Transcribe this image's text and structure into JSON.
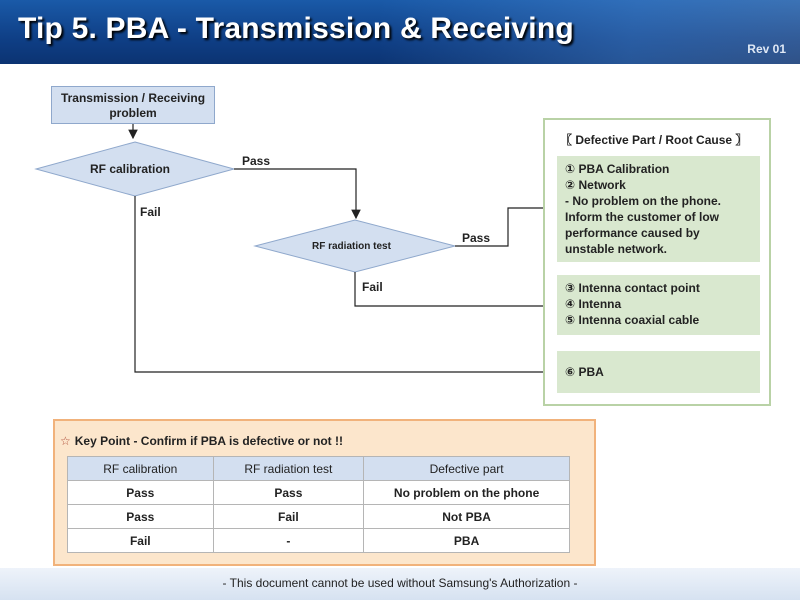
{
  "header": {
    "title": "Tip 5. PBA - Transmission & Receiving",
    "revision": "Rev 01"
  },
  "flow": {
    "start_box": "Transmission / Receiving problem",
    "decision1": "RF calibration",
    "decision2": "RF radiation test",
    "pass_label_1": "Pass",
    "fail_label_1": "Fail",
    "pass_label_2": "Pass",
    "fail_label_2": "Fail"
  },
  "root_cause": {
    "title": "〖 Defective Part / Root Cause 〗",
    "box1": [
      "① PBA Calibration",
      "② Network",
      "- No problem on the phone.",
      "Inform the customer of low",
      "performance caused by",
      "unstable network."
    ],
    "box2": [
      "③ Intenna contact point",
      "④ Intenna",
      "⑤ Intenna coaxial cable"
    ],
    "box3": [
      "⑥ PBA"
    ]
  },
  "key_point": {
    "star": "☆",
    "title": "Key Point - Confirm if PBA is defective or not !!",
    "columns": [
      "RF calibration",
      "RF radiation test",
      "Defective part"
    ],
    "rows": [
      [
        "Pass",
        "Pass",
        "No problem on the phone"
      ],
      [
        "Pass",
        "Fail",
        "Not PBA"
      ],
      [
        "Fail",
        "-",
        "PBA"
      ]
    ]
  },
  "footer": {
    "text": "- This document cannot be used without Samsung's Authorization -"
  }
}
